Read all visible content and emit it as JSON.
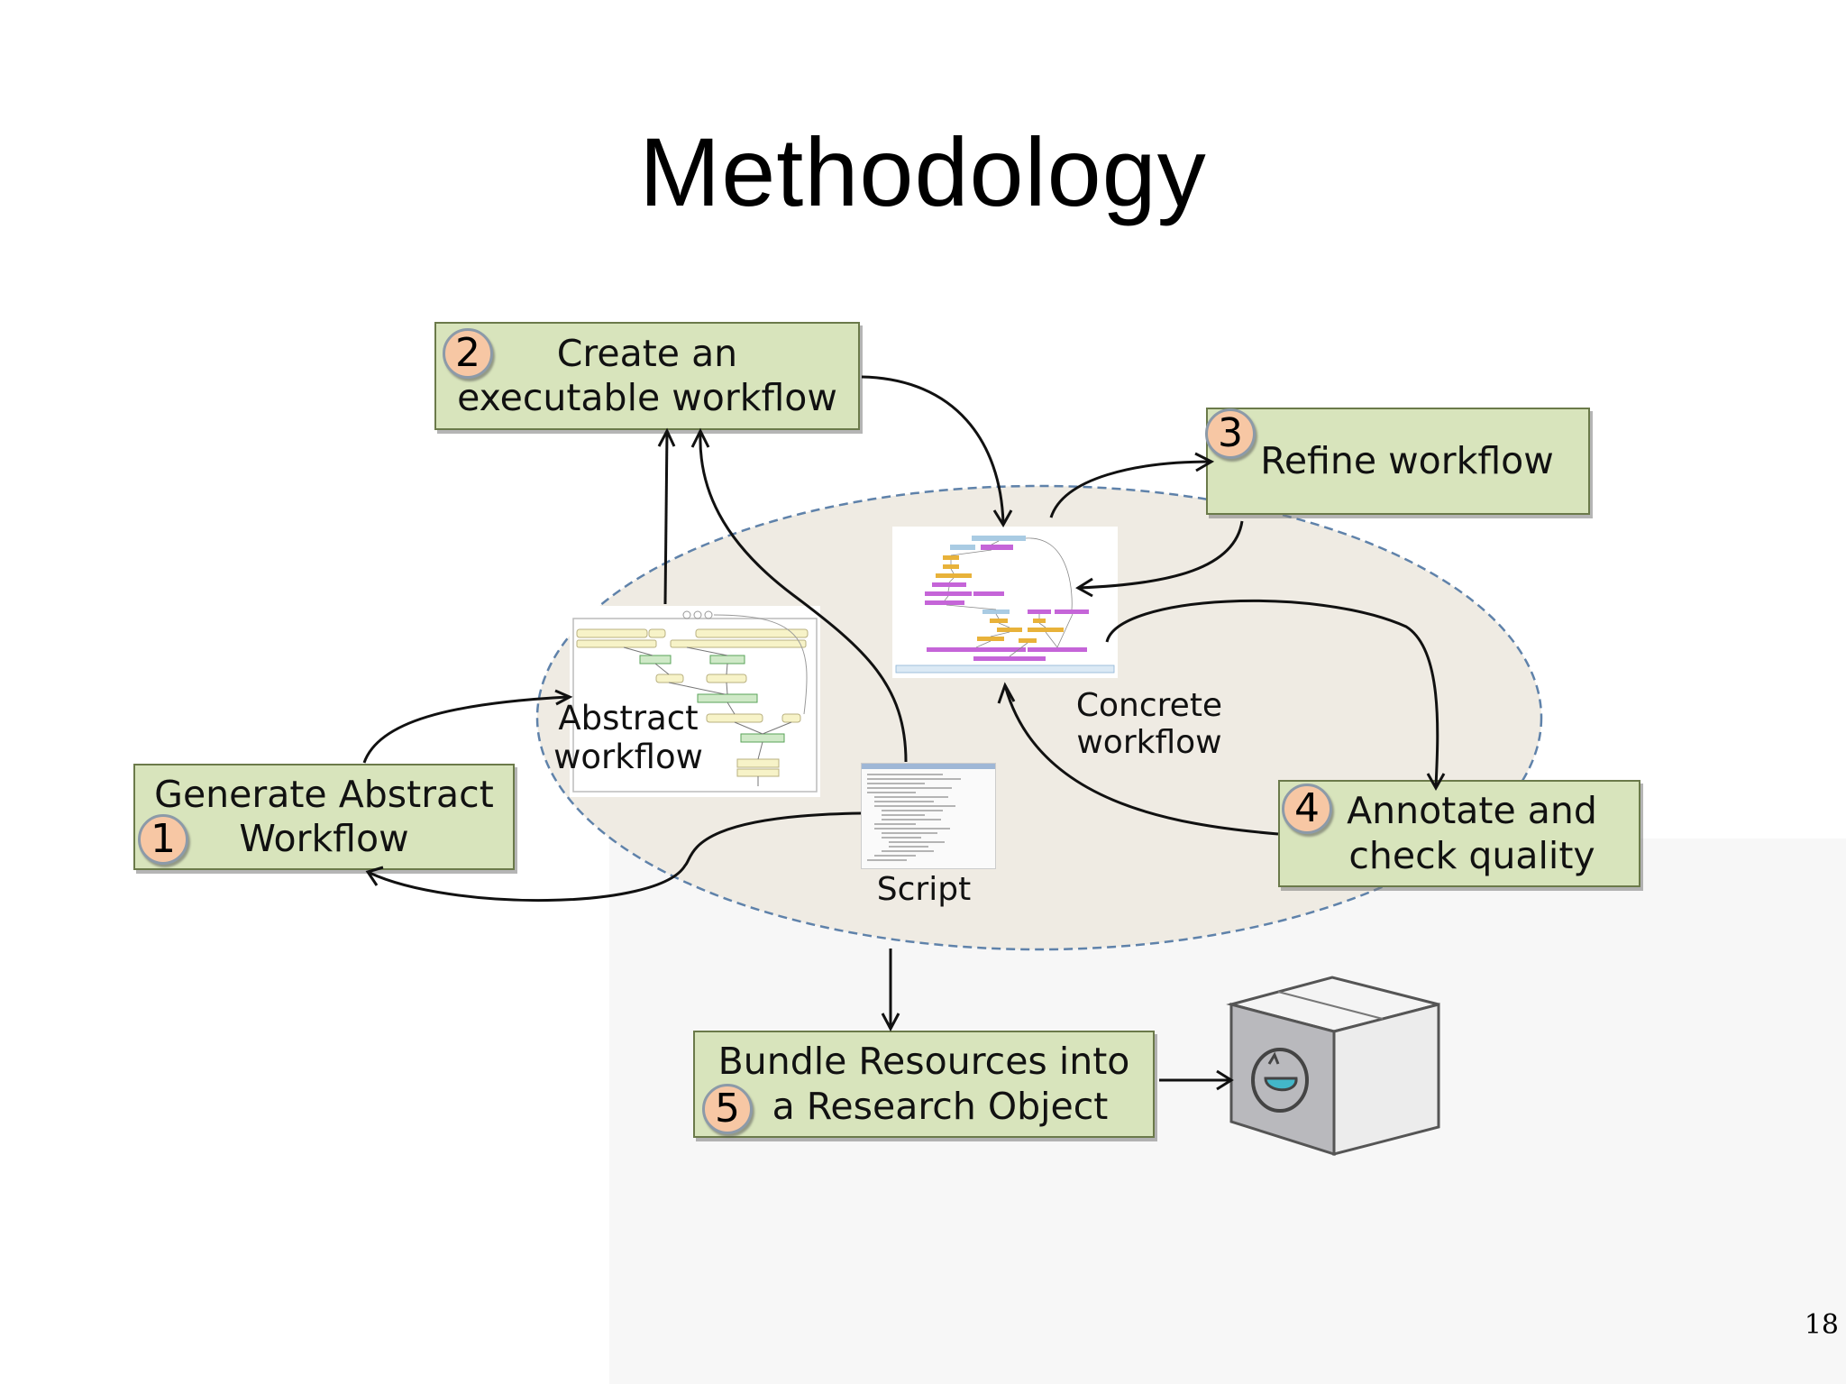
{
  "slide": {
    "title": "Methodology",
    "page_number": "18"
  },
  "steps": [
    {
      "number": "1",
      "line1": "Generate Abstract",
      "line2": "Workflow"
    },
    {
      "number": "2",
      "line1": "Create an",
      "line2": "executable workflow"
    },
    {
      "number": "3",
      "line1": "Refine workflow",
      "line2": ""
    },
    {
      "number": "4",
      "line1": "Annotate and",
      "line2": "check quality"
    },
    {
      "number": "5",
      "line1": "Bundle Resources into",
      "line2": "a Research Object"
    }
  ],
  "center": {
    "abstract_label": [
      "Abstract",
      "workflow"
    ],
    "concrete_label": [
      "Concrete",
      "workflow"
    ],
    "script_label": "Script"
  },
  "colors": {
    "box_fill": "#d8e4bc",
    "badge_fill": "#f7c7a4",
    "ellipse_fill": "#efebe3",
    "ellipse_border": "#5f82aa"
  },
  "icons": [
    "research-object-box-icon"
  ]
}
